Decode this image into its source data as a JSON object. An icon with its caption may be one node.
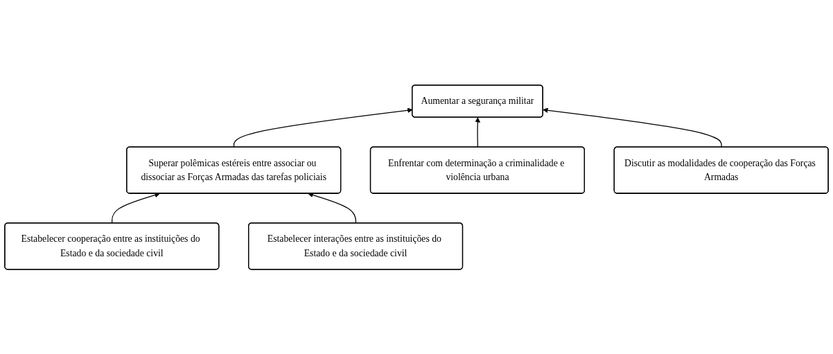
{
  "diagram": {
    "nodes": [
      {
        "text": [
          "Aumentar a segurança militar"
        ]
      },
      {
        "text": [
          "Discutir as modalidades de cooperação das Forças Armadas"
        ]
      },
      {
        "text": [
          "Superar polêmicas estéreis entre associar ou dissociar as Forças Armadas das tarefas policiais"
        ]
      },
      {
        "text": [
          "Enfrentar com determinação a criminalidade e violência urbana"
        ]
      },
      {
        "text": [
          "Estabelecer cooperação entre as instituições do Estado e da sociedade civil"
        ]
      },
      {
        "text": [
          "Estabelecer interações entre as instituições do Estado e da sociedade civil"
        ]
      }
    ],
    "edges": [
      {
        "from": 2,
        "to": 0,
        "arrow": "to"
      },
      {
        "from": 3,
        "to": 0,
        "arrow": "to"
      },
      {
        "from": 1,
        "to": 0,
        "arrow": "to"
      },
      {
        "from": 4,
        "to": 2,
        "arrow": "to"
      },
      {
        "from": 5,
        "to": 2,
        "arrow": "to"
      }
    ]
  }
}
